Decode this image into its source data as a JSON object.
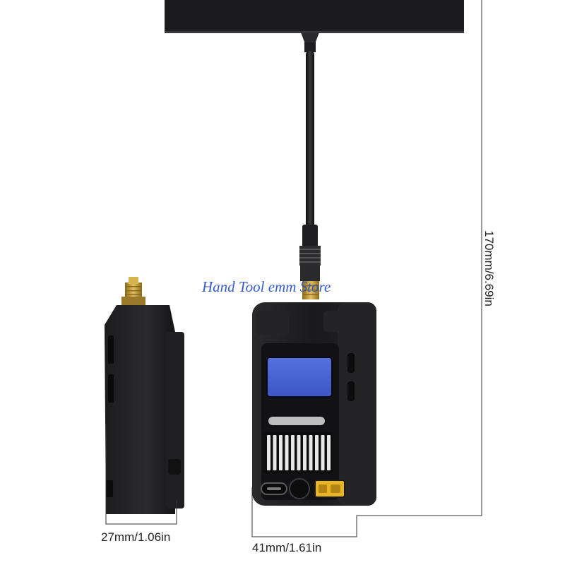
{
  "dimensions": {
    "depth_label": "27mm/1.06in",
    "width_label": "41mm/1.61in",
    "height_label": "170mm/6.69in"
  },
  "watermark_text": "Hand Tool emm Store",
  "colors": {
    "background": "#ffffff",
    "device_body": "#1a1a1c",
    "antenna_panel": "#1c1c1e",
    "screen": "#4a63d6",
    "gold_connector": "#c9a23a",
    "dimension_lines": "#333333",
    "watermark": "#2c55c9"
  }
}
